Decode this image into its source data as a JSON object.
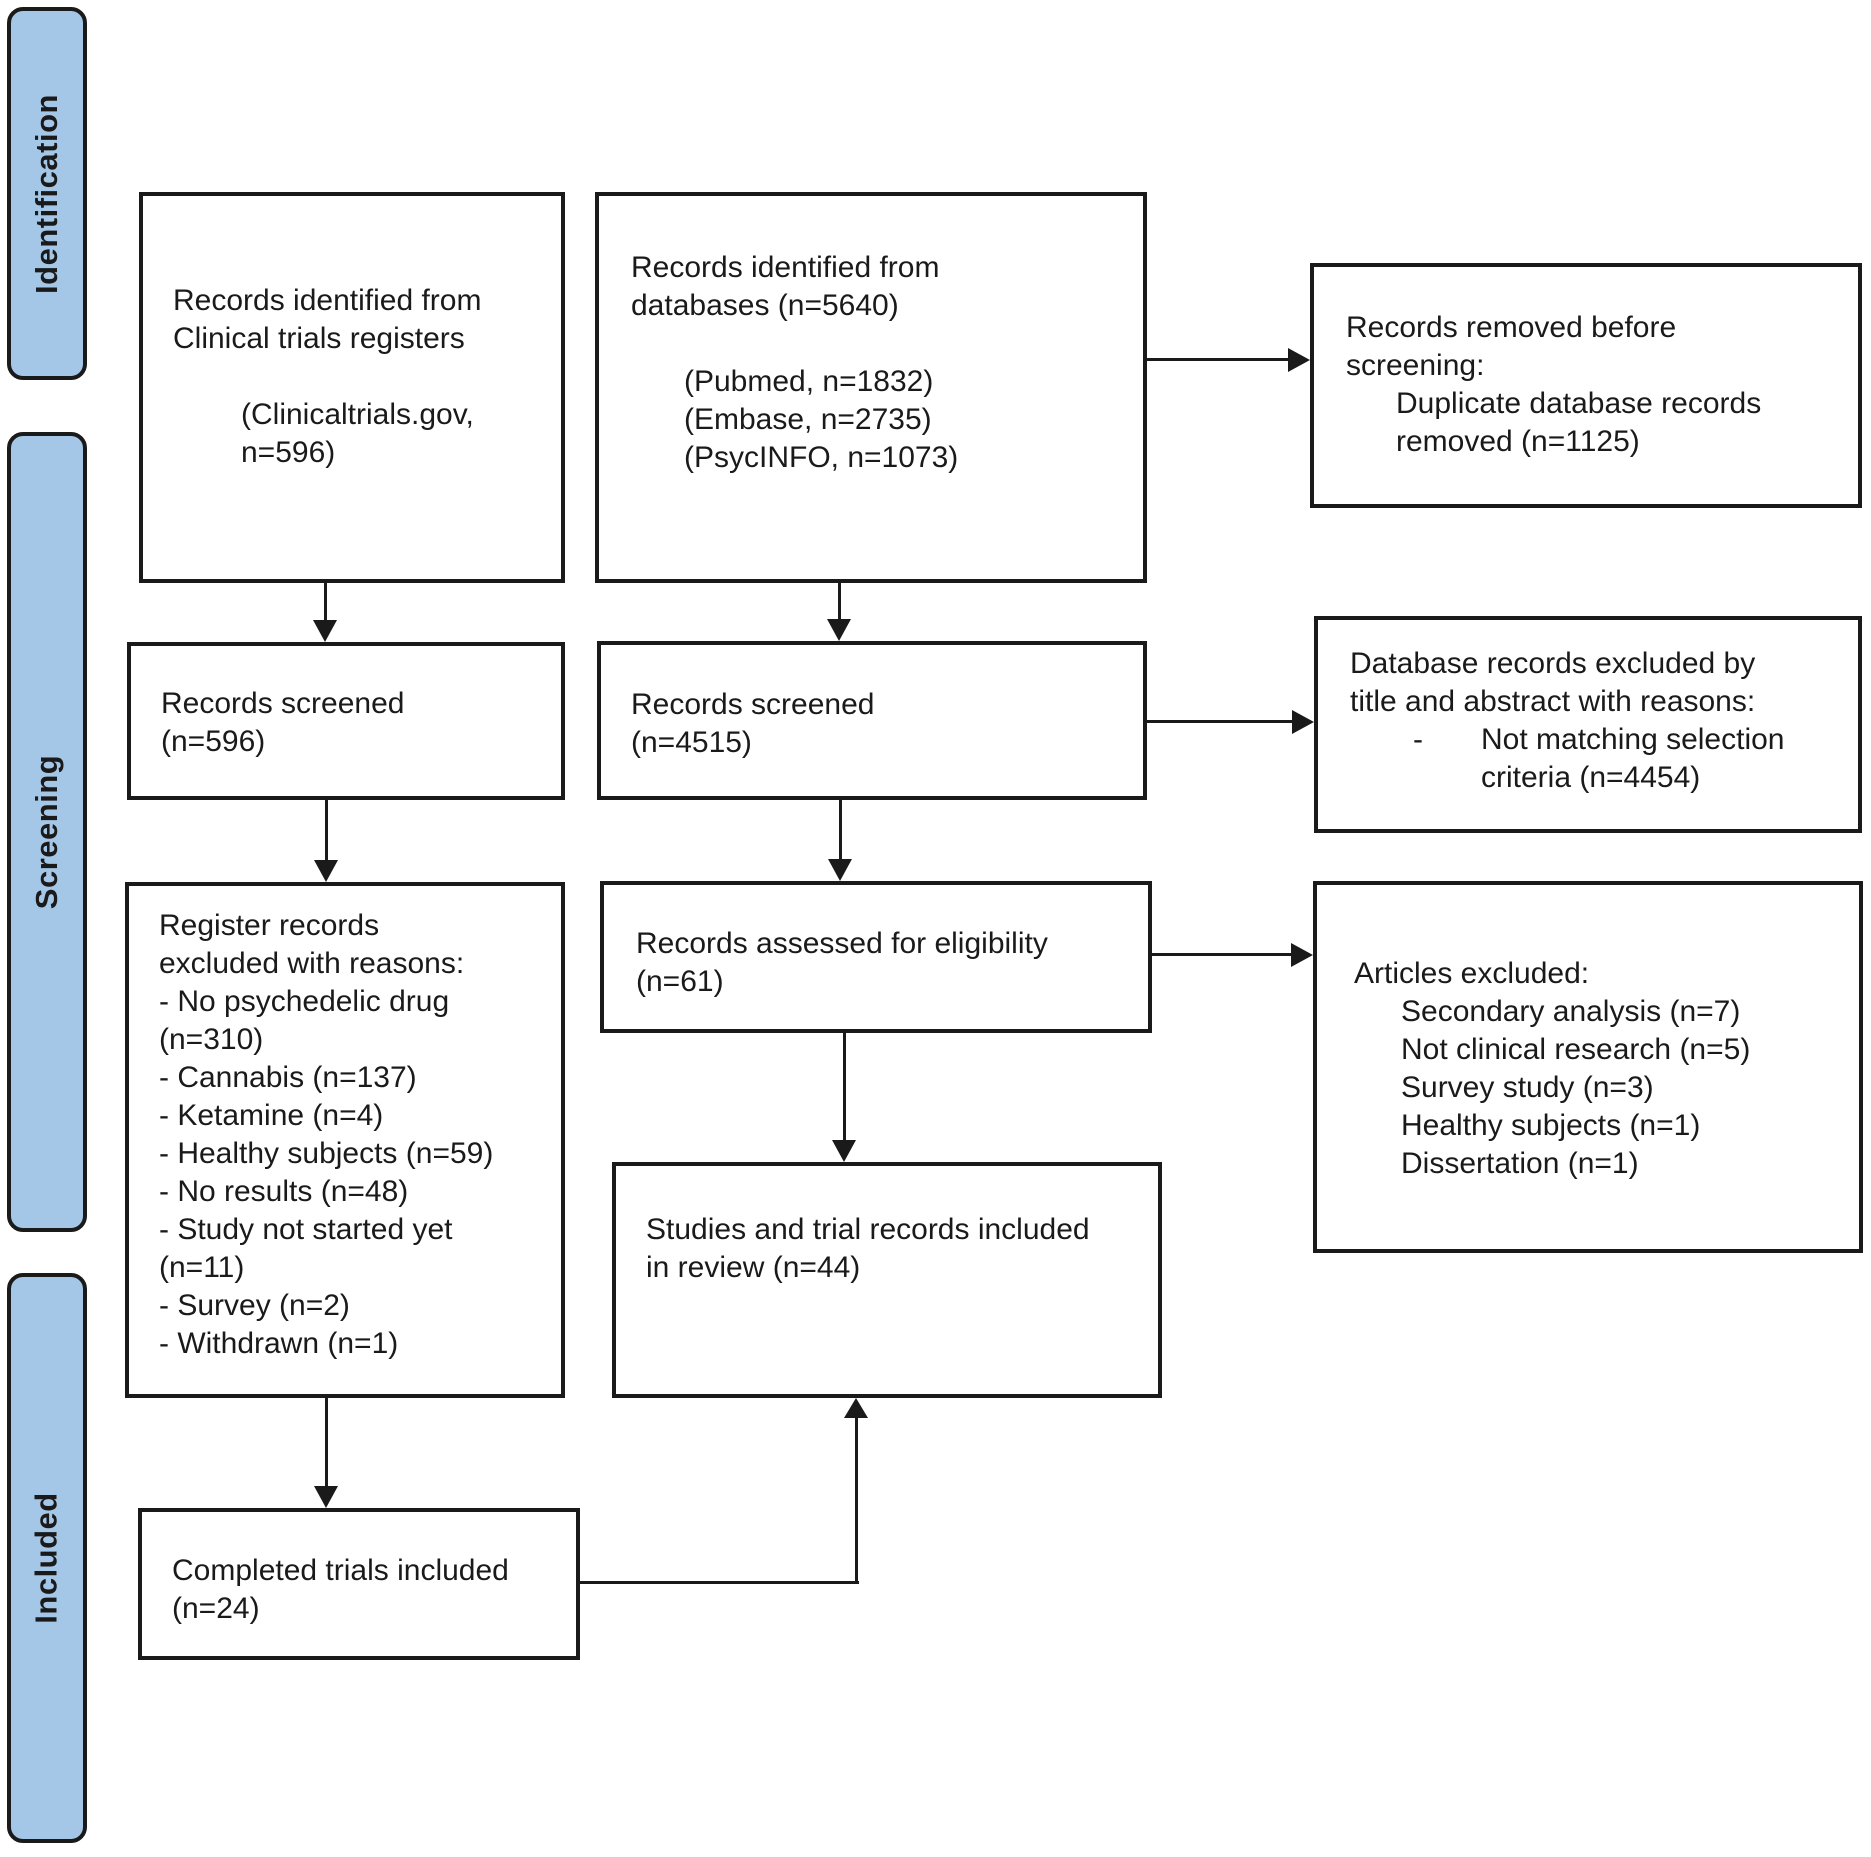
{
  "flowchart": {
    "stage_labels": {
      "identification": "Identification",
      "screening": "Screening",
      "included": "Included"
    },
    "boxes": {
      "registers_identified": {
        "lines": [
          "Records identified from",
          "Clinical trials registers"
        ],
        "sub_lines": [
          "(Clinicaltrials.gov,",
          "n=596)"
        ]
      },
      "databases_identified": {
        "lines": [
          "Records identified from",
          "databases (n=5640)"
        ],
        "sub_lines": [
          "(Pubmed, n=1832)",
          "(Embase, n=2735)",
          "(PsycINFO, n=1073)"
        ]
      },
      "records_removed": {
        "lines": [
          "Records removed before",
          "screening:"
        ],
        "sub_lines": [
          "Duplicate database records",
          "removed (n=1125)"
        ]
      },
      "registers_screened": {
        "lines": [
          "Records screened",
          "(n=596)"
        ]
      },
      "databases_screened": {
        "lines": [
          "Records screened",
          "(n=4515)"
        ]
      },
      "database_records_excluded": {
        "lines": [
          "Database records excluded by",
          "title and abstract with reasons:"
        ],
        "bullet_dash": "-",
        "bullet_lines": [
          "Not matching selection",
          "criteria (n=4454)"
        ]
      },
      "register_records_excluded": {
        "lines": [
          "Register records",
          "excluded with reasons:",
          "- No psychedelic drug",
          "(n=310)",
          "- Cannabis (n=137)",
          "- Ketamine (n=4)",
          "- Healthy subjects (n=59)",
          "- No results (n=48)",
          "- Study not started yet",
          "(n=11)",
          "- Survey (n=2)",
          "- Withdrawn (n=1)"
        ]
      },
      "records_assessed": {
        "lines": [
          "Records assessed for eligibility",
          "(n=61)"
        ]
      },
      "articles_excluded": {
        "lines": [
          "Articles excluded:"
        ],
        "sub_lines": [
          "Secondary analysis (n=7)",
          "Not clinical research (n=5)",
          "Survey study (n=3)",
          "Healthy subjects (n=1)",
          "Dissertation (n=1)"
        ]
      },
      "included_in_review": {
        "lines": [
          "Studies and trial records included",
          "in review (n=44)"
        ]
      },
      "completed_trials": {
        "lines": [
          "Completed trials included",
          "(n=24)"
        ]
      }
    },
    "colors": {
      "stage_fill": "#A5C7E7",
      "ink": "#1A1A1A"
    }
  }
}
